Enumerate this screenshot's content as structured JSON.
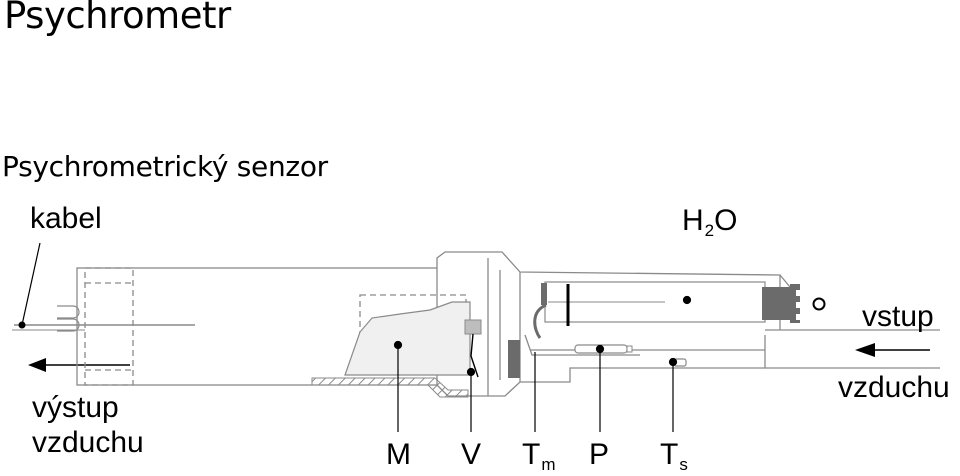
{
  "title": "Psychrometr",
  "subtitle": "Psychrometrický senzor",
  "labels": {
    "kabel": "kabel",
    "h2o_h": "H",
    "h2o_sub": "2",
    "h2o_o": "O",
    "vystup_line1": "výstup",
    "vystup_line2": "vzduchu",
    "vstup_line1": "vstup",
    "vstup_line2": "vzduchu",
    "m": "M",
    "v": "V",
    "tm_t": "T",
    "tm_sub": "m",
    "p": "P",
    "ts_t": "T",
    "ts_sub": "s"
  },
  "colors": {
    "line": "#000000",
    "outline": "#8a8a8a",
    "fill_gray": "#6b6b6b",
    "fill_light": "#bdbdbd",
    "hatch": "#8a8a8a"
  }
}
